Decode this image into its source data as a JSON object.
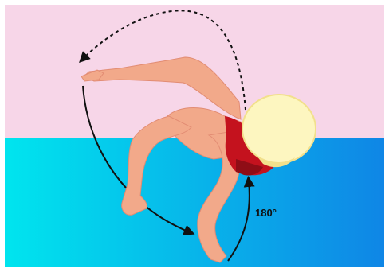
{
  "diagram": {
    "angle_label": "180°",
    "colors": {
      "sky": "#f7d6e8",
      "water_left": "#00e5ee",
      "water_right": "#0f86e6",
      "skin": "#f2a98a",
      "skin_dark": "#e28c73",
      "swimsuit": "#c4121e",
      "swimsuit_dark": "#8f0d16",
      "cap": "#fdf6c0",
      "cap_shade": "#f2e08c",
      "arrow": "#111111"
    },
    "icons": [
      "dashed-arc-arrow",
      "solid-arc-arrow",
      "angle-arc"
    ]
  }
}
